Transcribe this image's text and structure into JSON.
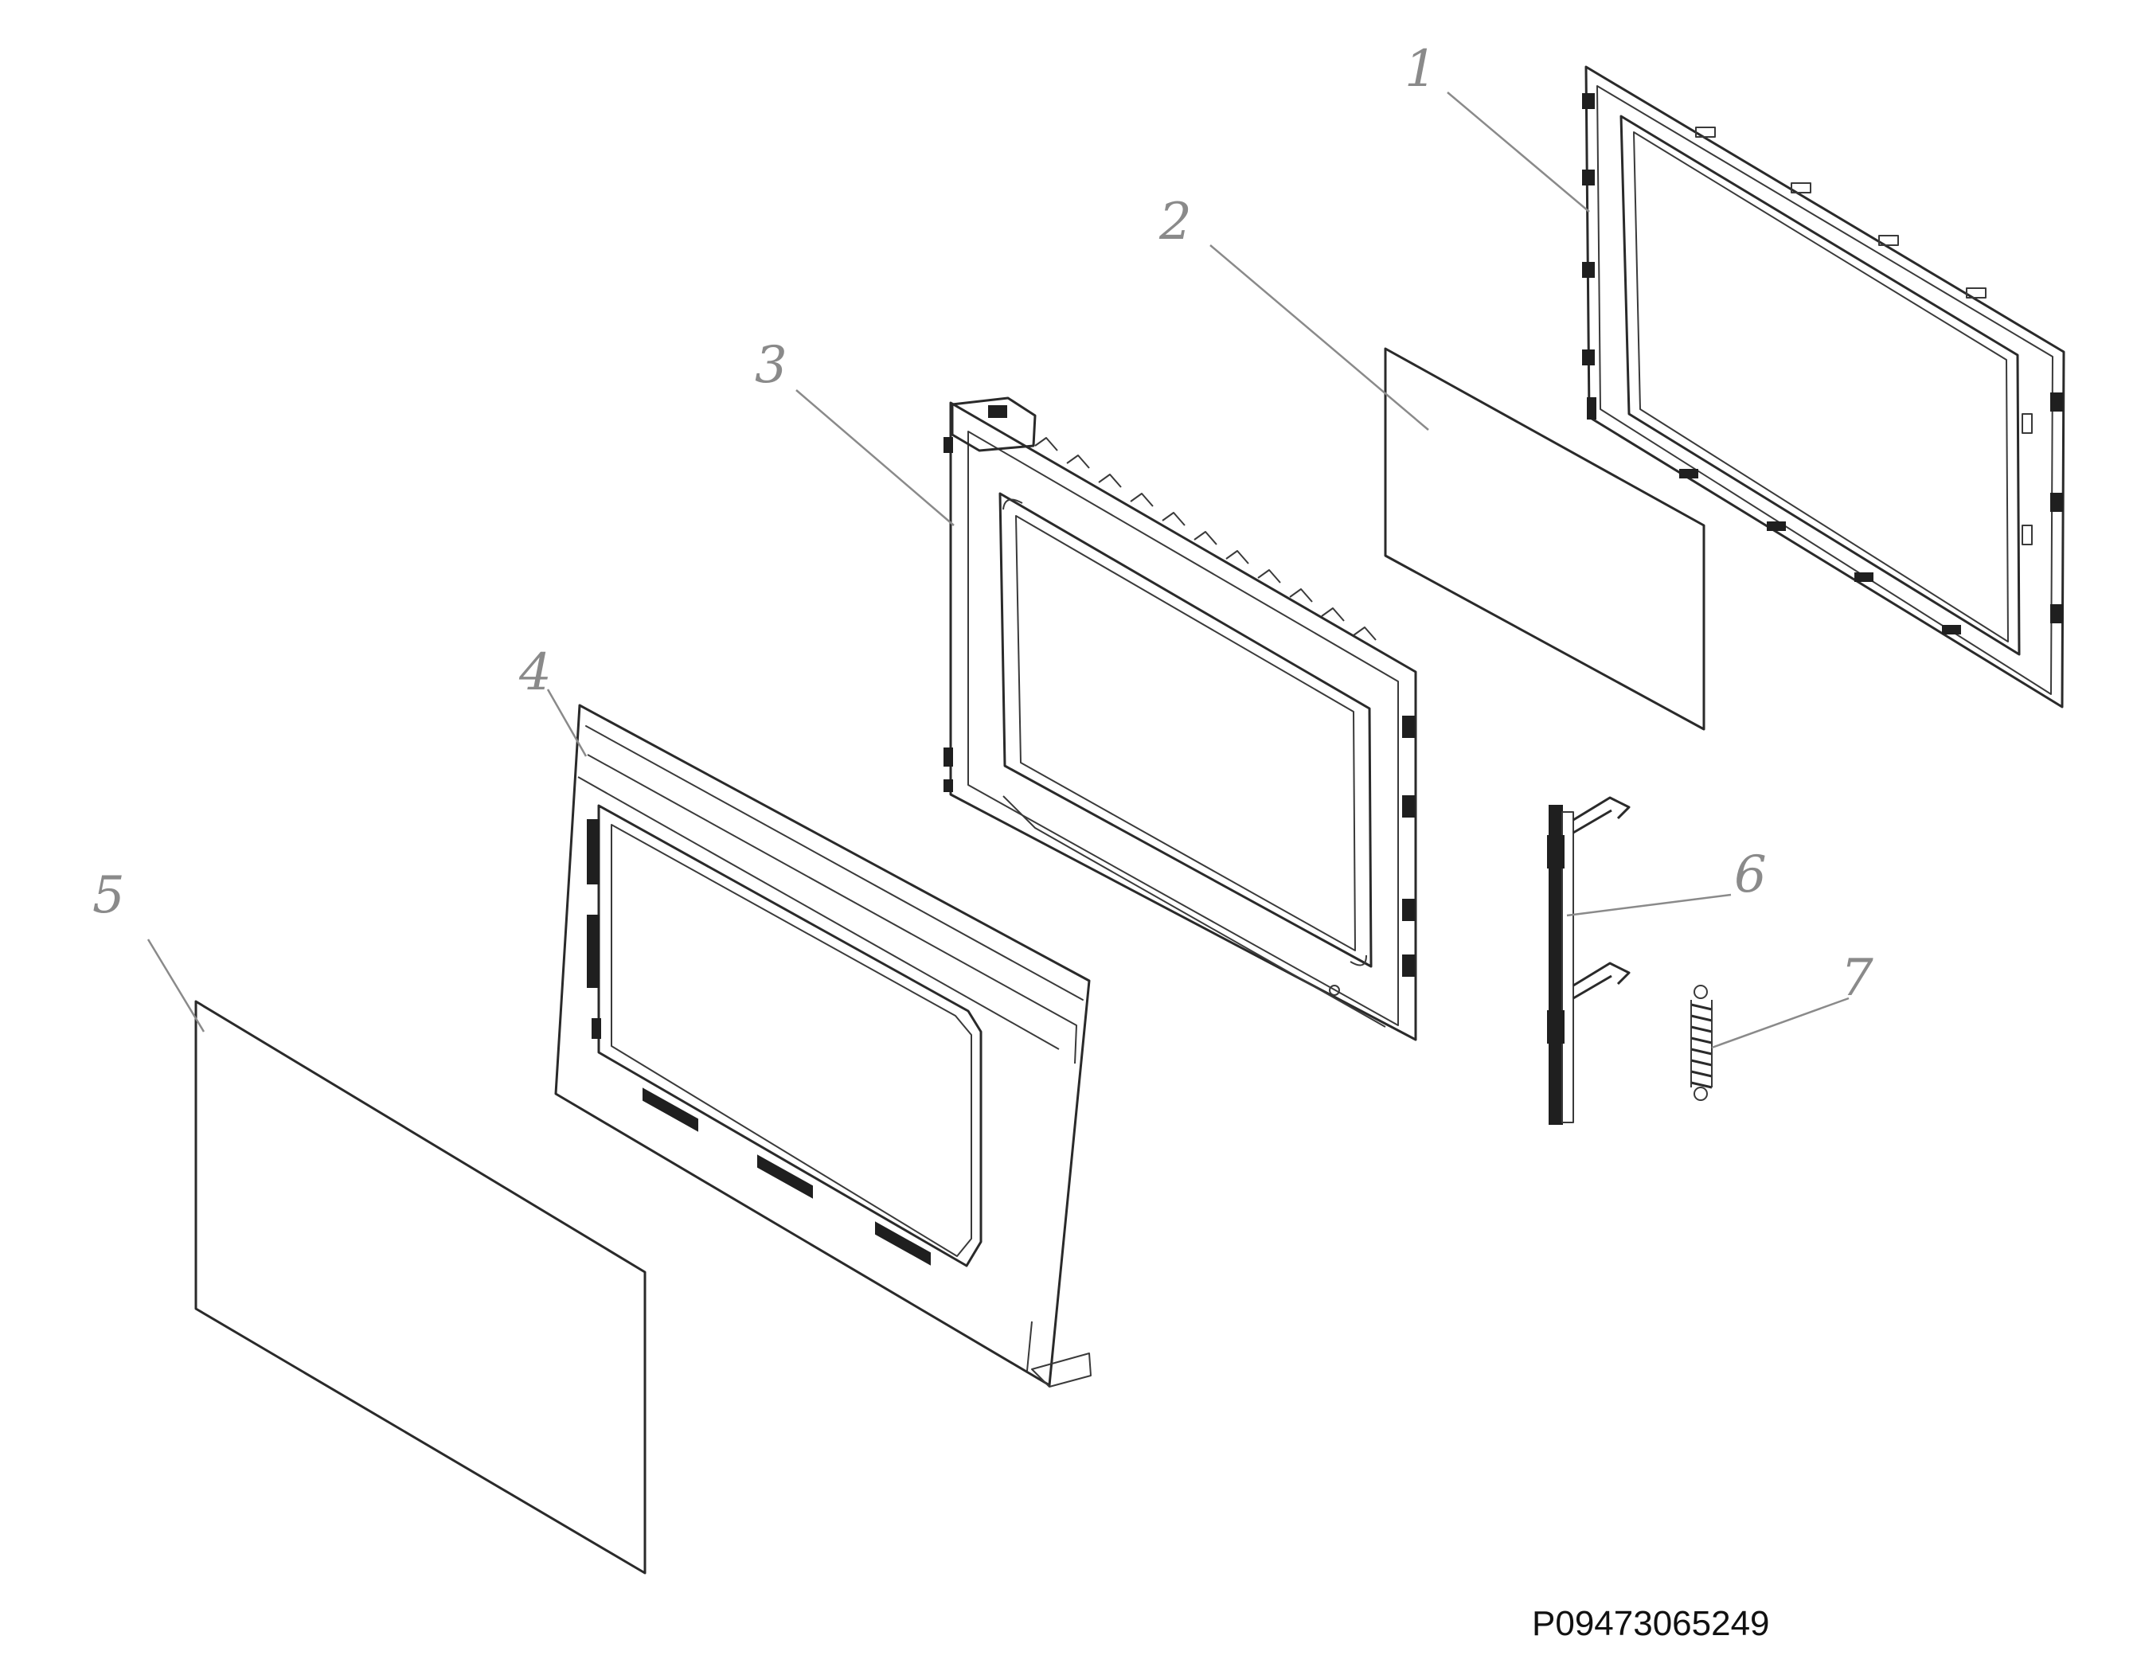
{
  "diagram": {
    "document_code": "P09473065249",
    "callouts": [
      {
        "id": "1",
        "label": "1"
      },
      {
        "id": "2",
        "label": "2"
      },
      {
        "id": "3",
        "label": "3"
      },
      {
        "id": "4",
        "label": "4"
      },
      {
        "id": "5",
        "label": "5"
      },
      {
        "id": "6",
        "label": "6"
      },
      {
        "id": "7",
        "label": "7"
      }
    ],
    "colors": {
      "line": "#2a2a2a",
      "callout": "#8a8a8a",
      "background": "#ffffff"
    }
  }
}
